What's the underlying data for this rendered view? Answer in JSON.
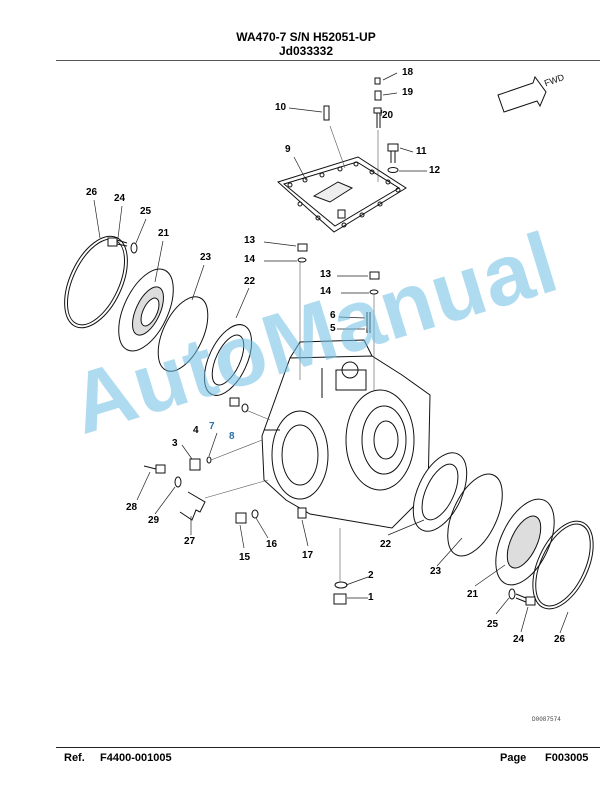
{
  "header": {
    "title": "WA470-7 S/N H52051-UP",
    "doc_id": "Jd033332"
  },
  "callouts": {
    "c18": "18",
    "c19": "19",
    "c20": "20",
    "c10": "10",
    "c11": "11",
    "c12": "12",
    "c9": "9",
    "c26a": "26",
    "c24a": "24",
    "c25a": "25",
    "c21a": "21",
    "c23a": "23",
    "c22a": "22",
    "c13a": "13",
    "c14a": "14",
    "c13b": "13",
    "c14b": "14",
    "c6": "6",
    "c5": "5",
    "c7": "7",
    "c8": "8",
    "c4": "4",
    "c3": "3",
    "c28": "28",
    "c29": "29",
    "c27": "27",
    "c15": "15",
    "c16": "16",
    "c17": "17",
    "c22b": "22",
    "c23b": "23",
    "c21b": "21",
    "c2": "2",
    "c1": "1",
    "c25b": "25",
    "c24b": "24",
    "c26b": "26"
  },
  "fwd_label": "FWD",
  "drawing_number": "D0087574",
  "watermark": "AutoManual",
  "footer": {
    "ref_label": "Ref.",
    "ref_value": "F4400-001005",
    "page_label": "Page",
    "page_value": "F003005"
  }
}
